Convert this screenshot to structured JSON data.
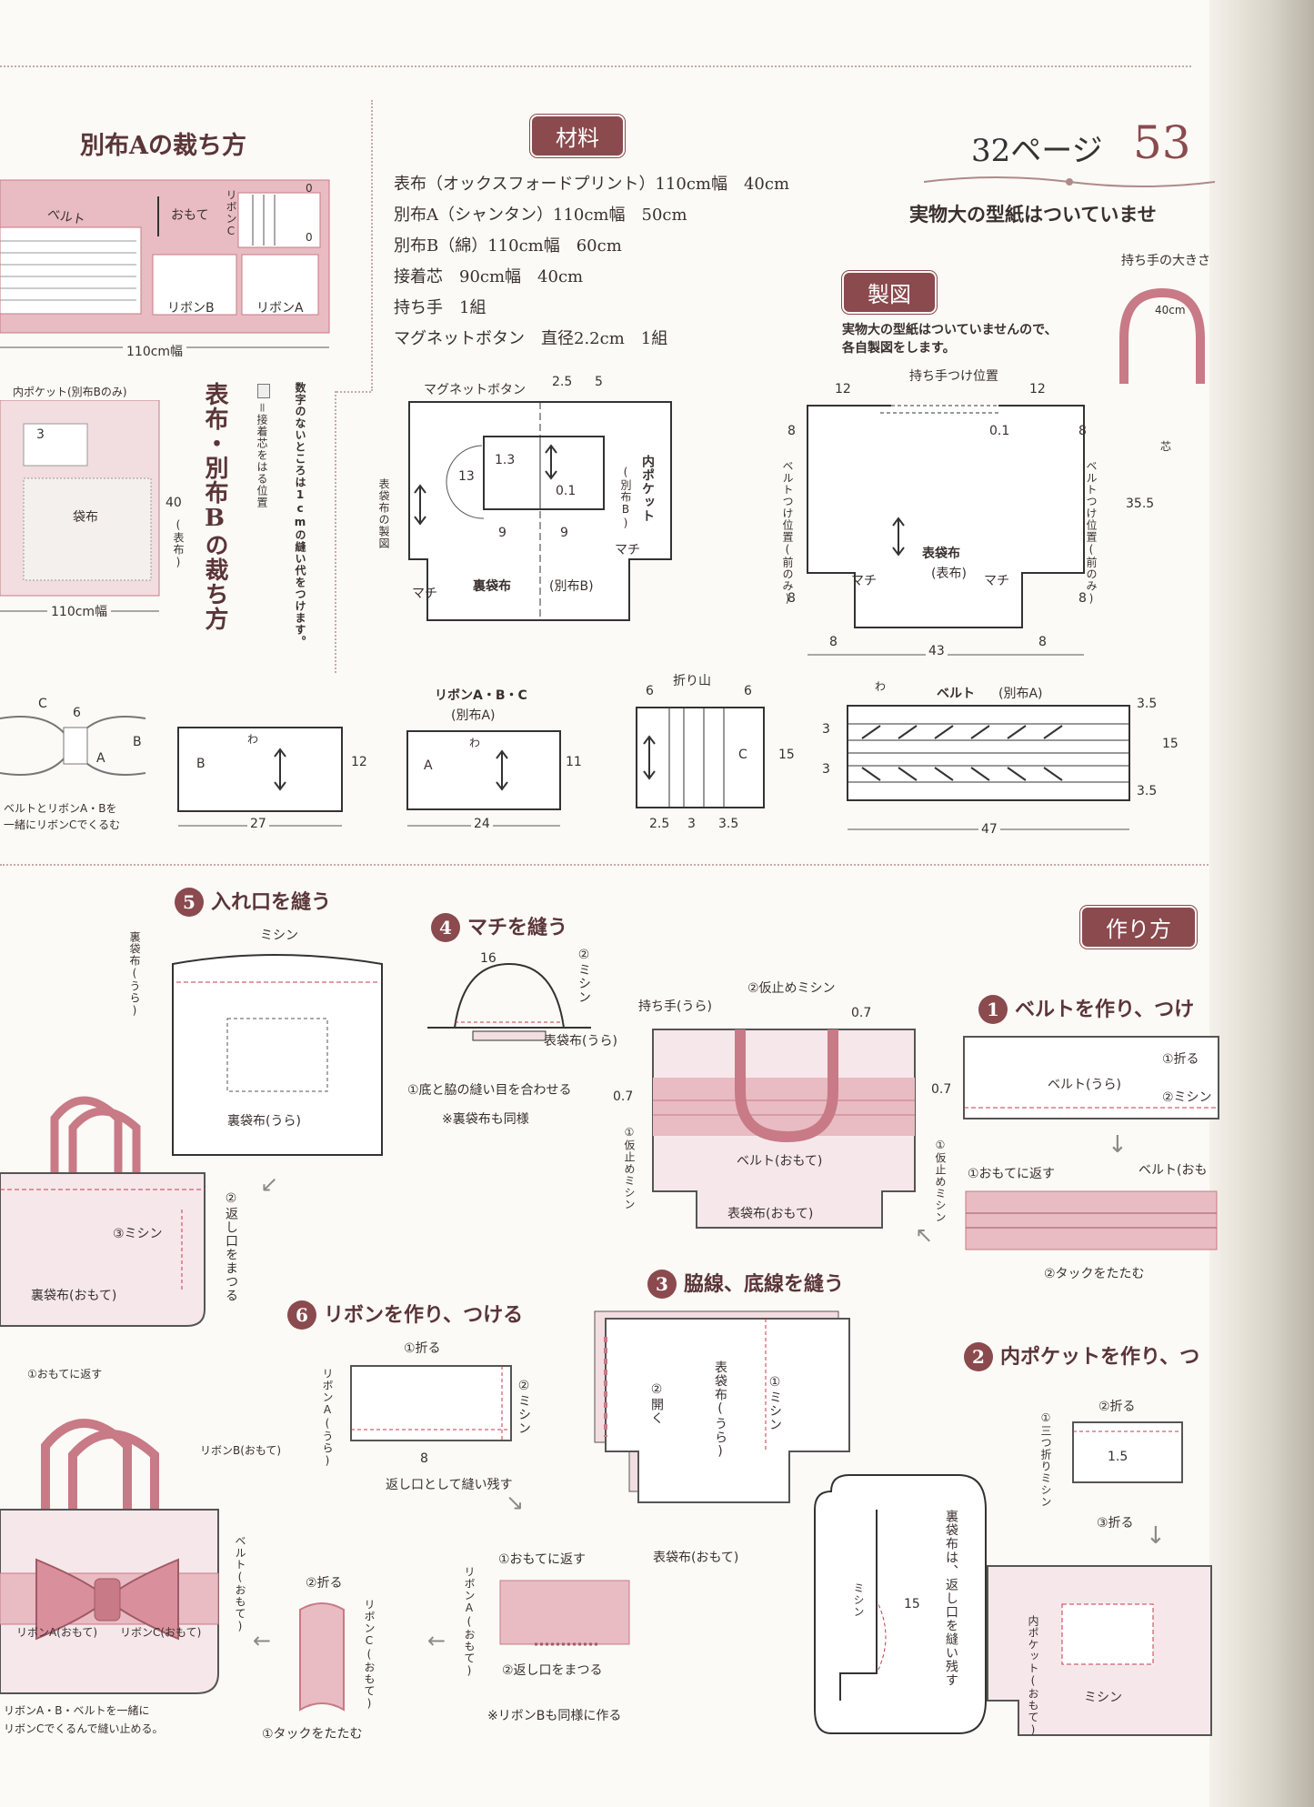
{
  "page": {
    "page_ref": "32ページ",
    "page_number": "53",
    "no_pattern_note": "実物大の型紙はついていませ",
    "handle_size_note": "持ち手の大きさ"
  },
  "cutting_a": {
    "title": "別布Aの裁ち方",
    "belt": "ベルト",
    "omote": "おもて",
    "ribbon_c": "リボンC",
    "ribbon_b": "リボンB",
    "ribbon_a": "リボンA",
    "width": "110cm幅",
    "zero1": "0",
    "zero2": "0"
  },
  "cutting_b": {
    "title": "表布・別布Bの裁ち方",
    "inner_pocket": "内ポケット(別布Bのみ)",
    "three": "3",
    "fabric": "袋布",
    "forty": "40",
    "hyofu": "(表布)",
    "width": "110cm幅",
    "legend": "＝接着芯をはる位置",
    "note": "数字のないところは1cmの縫い代をつけます。"
  },
  "materials": {
    "tag": "材料",
    "items": [
      "表布（オックスフォードプリント）110cm幅　40cm",
      "別布A（シャンタン）110cm幅　50cm",
      "別布B（綿）110cm幅　60cm",
      "接着芯　90cm幅　40cm",
      "持ち手　1組",
      "マグネットボタン　直径2.2cm　1組"
    ]
  },
  "drafting": {
    "tag": "製図",
    "note1": "実物大の型紙はついていませんので、",
    "note2": "各自製図をします。",
    "magnet": "マグネットボタン",
    "d25": "2.5",
    "d5": "5",
    "d13": "1.3",
    "d01": "0.1",
    "d13b": "13",
    "d9a": "9",
    "d9b": "9",
    "inner_pocket": "内ポケット",
    "betsu_b": "(別布B)",
    "machi": "マチ",
    "urabukuro": "裏袋布",
    "betsu_b2": "(別布B)",
    "omote_draft": "表袋布の製図",
    "handle_pos": "持ち手つけ位置",
    "d12a": "12",
    "d12b": "12",
    "d01b": "0.1",
    "d8a": "8",
    "d8b": "8",
    "d8c": "8",
    "d8d": "8",
    "d8e": "8",
    "d8f": "8",
    "d43": "43",
    "d355": "35.5",
    "belt_pos_l": "ベルトつけ位置(前のみ)",
    "belt_pos_r": "ベルトつけ位置(前のみ)",
    "omote_bukuro": "表袋布",
    "hyofu": "(表布)",
    "handle_40": "40cm",
    "shin": "芯"
  },
  "parts": {
    "ribbon_abc": "リボンA・B・C",
    "betsu_a": "(別布A)",
    "b": "B",
    "wa1": "わ",
    "d12": "12",
    "d27": "27",
    "a": "A",
    "wa2": "わ",
    "d11": "11",
    "d24": "24",
    "orimaki": "折り山",
    "d6a": "6",
    "d6b": "6",
    "c": "C",
    "d15": "15",
    "d25": "2.5",
    "d3": "3",
    "d35": "3.5",
    "belt": "ベルト",
    "betsu_a2": "(別布A)",
    "wa3": "わ",
    "d35a": "3.5",
    "d3a": "3",
    "d15b": "15",
    "d3b": "3",
    "d35b": "3.5",
    "d47": "47",
    "bow_c": "C",
    "bow_6": "6",
    "bow_b": "B",
    "bow_a": "A",
    "bow_note1": "ベルトとリボンA・Bを",
    "bow_note2": "一緒にリボンCでくるむ"
  },
  "howto_tag": "作り方",
  "steps": {
    "s1": {
      "num": "1",
      "title": "ベルトを作り、つけ",
      "fold": "①折る",
      "belt_ura": "ベルト(うら)",
      "sew": "②ミシン",
      "turn": "①おもてに返す",
      "belt_omote": "ベルト(おも",
      "tuck": "②タックをたたむ"
    },
    "s2": {
      "num": "2",
      "title": "内ポケットを作り、つ",
      "fold1": "②折る",
      "three_fold": "①三つ折りミシン",
      "d15": "1.5",
      "fold2": "③折る",
      "pocket": "内ポケット(おもて)",
      "sew": "ミシン"
    },
    "s3": {
      "num": "3",
      "title": "脇線、底線を縫う",
      "open": "②開く",
      "omote_ura": "表袋布(うら)",
      "sew": "①ミシン",
      "omote_omote": "表袋布(おもて)",
      "d15": "15",
      "sew2": "ミシン",
      "note": "裏袋布は、返し口を縫い残す"
    },
    "s4": {
      "num": "4",
      "title": "マチを縫う",
      "d16": "16",
      "sew": "②ミシン",
      "omote": "表袋布(うら)",
      "match": "①底と脇の縫い目を合わせる",
      "same": "※裏袋布も同様"
    },
    "s5": {
      "num": "5",
      "title": "入れ口を縫う",
      "urabukuro": "裏袋布(うら)",
      "sew": "ミシン",
      "ura_ura": "裏袋布(うら)",
      "sew3": "③ミシン",
      "close": "②返し口をまつる",
      "ura_omote": "裏袋布(おもて)",
      "turn": "①おもてに返す"
    },
    "s6": {
      "num": "6",
      "title": "リボンを作り、つける",
      "fold": "①折る",
      "ribbon_a_ura": "リボンA(うら)",
      "sew": "②ミシン",
      "d8": "8",
      "left": "返し口として縫い残す",
      "turn": "①おもてに返す",
      "ribbon_a_omote": "リボンA(おもて)",
      "close": "②返し口をまつる",
      "same_b": "※リボンBも同様に作る",
      "fold2": "②折る",
      "ribbon_c": "リボンC(おもて)",
      "tuck": "①タックをたたむ",
      "ribbon_b": "リボンB(おもて)",
      "belt_omote": "ベルト(おもて)",
      "ribbon_a2": "リボンA(おもて)",
      "ribbon_c2": "リボンC(おもて)",
      "final1": "リボンA・B・ベルトを一緒に",
      "final2": "リボンCでくるんで縫い止める。"
    },
    "handle_step": {
      "handle": "持ち手(うら)",
      "tack": "②仮止めミシン",
      "d07a": "0.7",
      "d07b": "0.7",
      "d07c": "0.7",
      "tack1l": "①仮止めミシン",
      "tack1r": "①仮止めミシン",
      "belt": "ベルト(おもて)",
      "omote": "表袋布(おもて)"
    }
  },
  "colors": {
    "accent": "#8a4a4e",
    "pink": "#e8bcc2",
    "pink_dark": "#c87a86",
    "rule": "#c9a9a9"
  }
}
